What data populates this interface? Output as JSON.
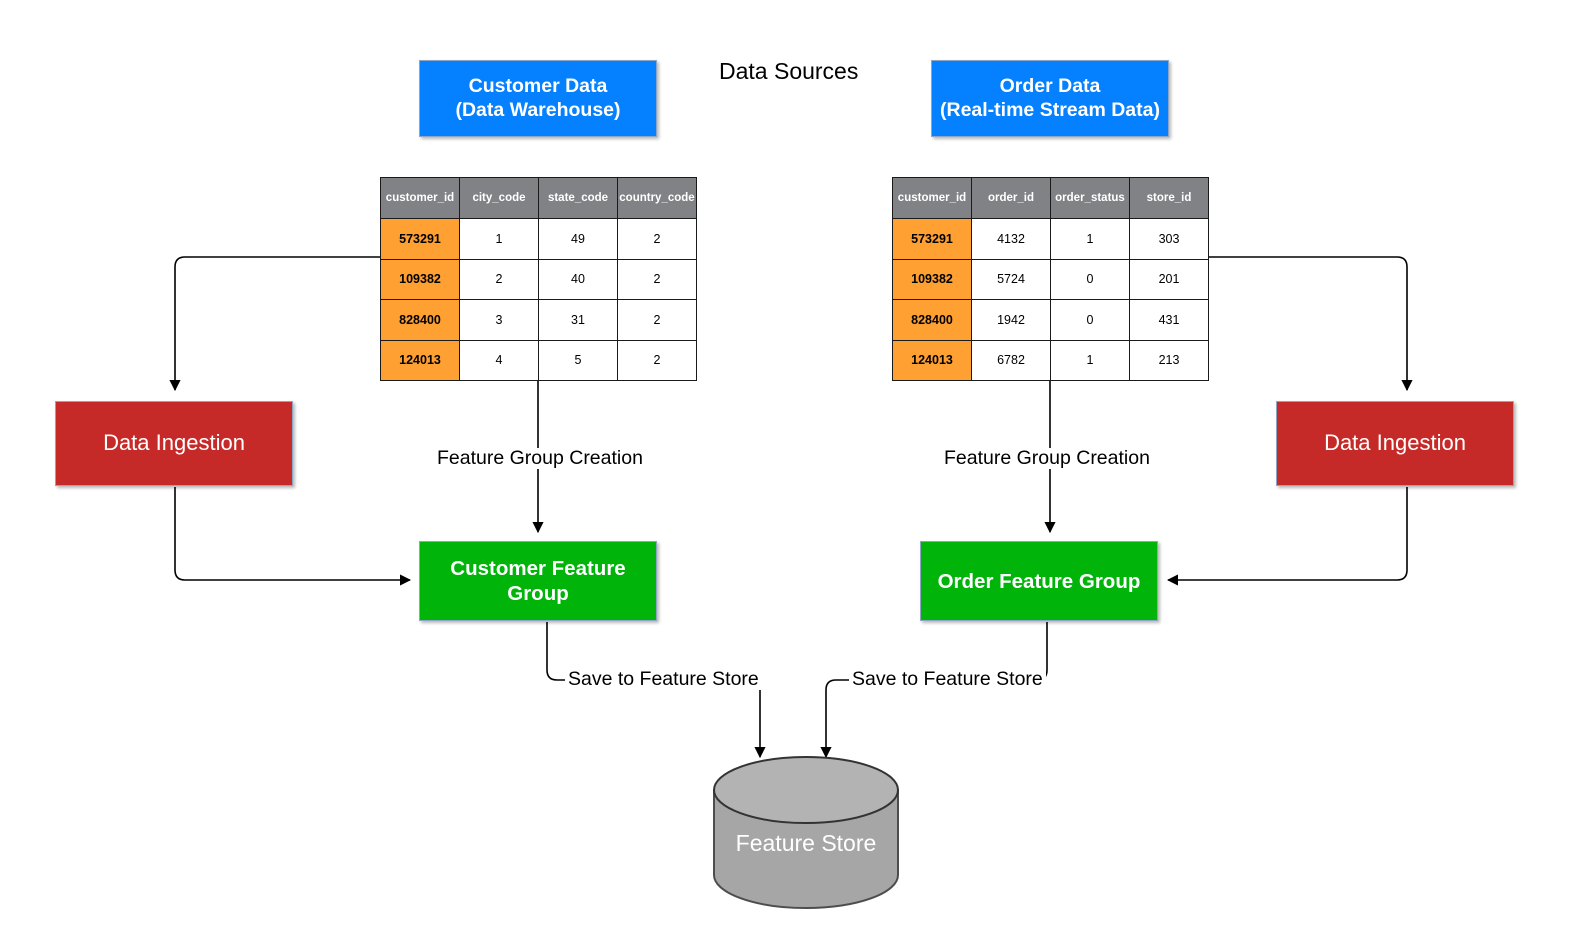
{
  "diagram": {
    "title": "Data Sources",
    "sources": [
      {
        "name": "customer-data-source",
        "line1": "Customer Data",
        "line2": "(Data Warehouse)"
      },
      {
        "name": "order-data-source",
        "line1": "Order Data",
        "line2": "(Real-time Stream Data)"
      }
    ],
    "tables": [
      {
        "name": "customer-table",
        "columns": [
          "customer_id",
          "city_code",
          "state_code",
          "country_code"
        ],
        "rows": [
          [
            "573291",
            "1",
            "49",
            "2"
          ],
          [
            "109382",
            "2",
            "40",
            "2"
          ],
          [
            "828400",
            "3",
            "31",
            "2"
          ],
          [
            "124013",
            "4",
            "5",
            "2"
          ]
        ]
      },
      {
        "name": "order-table",
        "columns": [
          "customer_id",
          "order_id",
          "order_status",
          "store_id"
        ],
        "rows": [
          [
            "573291",
            "4132",
            "1",
            "303"
          ],
          [
            "109382",
            "5724",
            "0",
            "201"
          ],
          [
            "828400",
            "1942",
            "0",
            "431"
          ],
          [
            "124013",
            "6782",
            "1",
            "213"
          ]
        ]
      }
    ],
    "ingestion": [
      {
        "name": "data-ingestion-left",
        "label": "Data Ingestion"
      },
      {
        "name": "data-ingestion-right",
        "label": "Data Ingestion"
      }
    ],
    "feature_groups": [
      {
        "name": "customer-feature-group",
        "label": "Customer Feature Group"
      },
      {
        "name": "order-feature-group",
        "label": "Order Feature Group"
      }
    ],
    "edge_labels": {
      "feature_group_creation_left": "Feature Group Creation",
      "feature_group_creation_right": "Feature Group Creation",
      "save_left": "Save to Feature Store",
      "save_right": "Save to Feature Store"
    },
    "store": {
      "name": "feature-store-cylinder",
      "label": "Feature Store"
    },
    "colors": {
      "source_blue": "#0580ff",
      "ingestion_red": "#c62a28",
      "feature_group_green": "#00b40a",
      "table_header_gray": "#808285",
      "key_column_orange": "#ffa033",
      "cylinder_gray": "#a6a6a6",
      "cylinder_top_gray": "#b3b3b3",
      "edge_stroke": "#000000"
    }
  }
}
